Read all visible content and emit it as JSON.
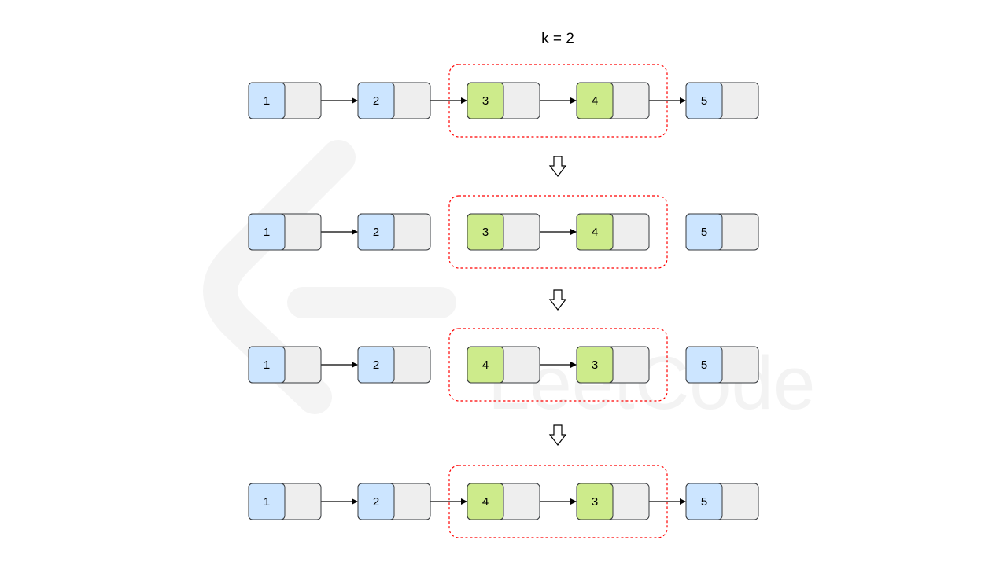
{
  "title": "k = 2",
  "watermark": {
    "text": "LeetCode"
  },
  "colors": {
    "blue_fill": "#cce5ff",
    "green_fill": "#cdeb8b",
    "next_fill": "#eeeeee",
    "stroke": "#36393d",
    "group_border": "#ff0000",
    "arrow": "#000000"
  },
  "rows": [
    {
      "nodes": [
        {
          "value": "1",
          "color": "blue"
        },
        {
          "value": "2",
          "color": "blue"
        },
        {
          "value": "3",
          "color": "green"
        },
        {
          "value": "4",
          "color": "green"
        },
        {
          "value": "5",
          "color": "blue"
        }
      ],
      "links": [
        [
          0,
          1
        ],
        [
          1,
          2
        ],
        [
          2,
          3
        ],
        [
          3,
          4
        ]
      ]
    },
    {
      "nodes": [
        {
          "value": "1",
          "color": "blue"
        },
        {
          "value": "2",
          "color": "blue"
        },
        {
          "value": "3",
          "color": "green"
        },
        {
          "value": "4",
          "color": "green"
        },
        {
          "value": "5",
          "color": "blue"
        }
      ],
      "links": [
        [
          0,
          1
        ],
        [
          2,
          3
        ]
      ]
    },
    {
      "nodes": [
        {
          "value": "1",
          "color": "blue"
        },
        {
          "value": "2",
          "color": "blue"
        },
        {
          "value": "4",
          "color": "green"
        },
        {
          "value": "3",
          "color": "green"
        },
        {
          "value": "5",
          "color": "blue"
        }
      ],
      "links": [
        [
          0,
          1
        ],
        [
          2,
          3
        ]
      ]
    },
    {
      "nodes": [
        {
          "value": "1",
          "color": "blue"
        },
        {
          "value": "2",
          "color": "blue"
        },
        {
          "value": "4",
          "color": "green"
        },
        {
          "value": "3",
          "color": "green"
        },
        {
          "value": "5",
          "color": "blue"
        }
      ],
      "links": [
        [
          0,
          1
        ],
        [
          1,
          2
        ],
        [
          2,
          3
        ],
        [
          3,
          4
        ]
      ]
    }
  ],
  "group": {
    "first": 2,
    "last": 3
  },
  "step_icon": "hollow-down-arrow-icon"
}
